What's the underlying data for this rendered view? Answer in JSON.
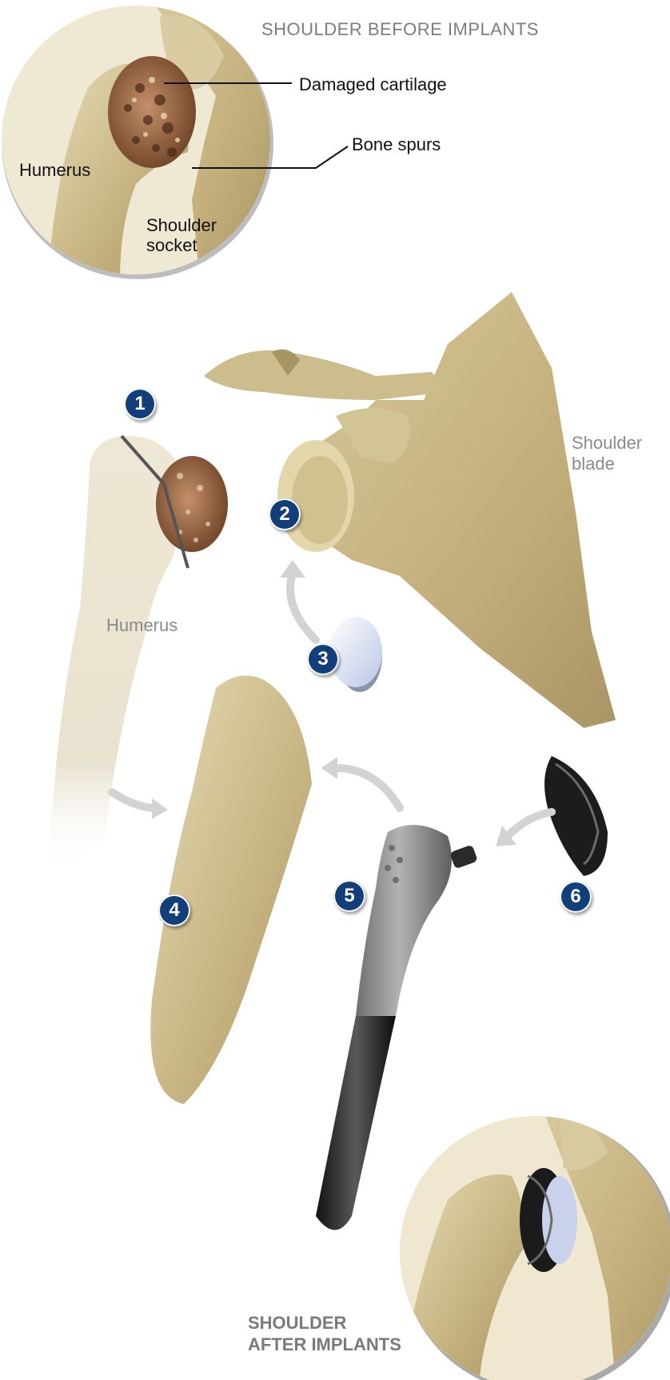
{
  "top_inset": {
    "title": "SHOULDER BEFORE IMPLANTS",
    "labels": {
      "damaged_cartilage": "Damaged cartilage",
      "bone_spurs": "Bone spurs",
      "humerus": "Humerus",
      "shoulder_socket_line1": "Shoulder",
      "shoulder_socket_line2": "socket"
    }
  },
  "main": {
    "shoulder_blade_line1": "Shoulder",
    "shoulder_blade_line2": "blade",
    "humerus": "Humerus",
    "steps": [
      "1",
      "2",
      "3",
      "4",
      "5",
      "6"
    ]
  },
  "bottom_inset": {
    "title_line1": "SHOULDER",
    "title_line2": "AFTER IMPLANTS"
  },
  "colors": {
    "badge": "#123f7a",
    "bone": "#cdbb8a",
    "cartilage": "#9a6a45",
    "metal": "#8d8d8d",
    "arrow": "#d2d2d2"
  }
}
